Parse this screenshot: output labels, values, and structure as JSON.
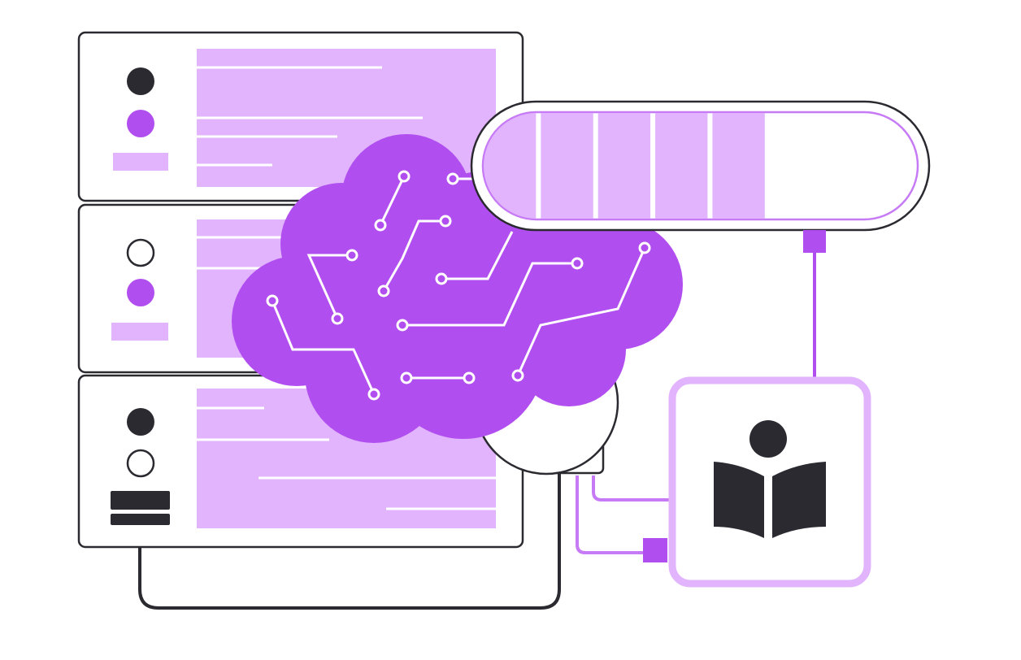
{
  "illustration": {
    "colors": {
      "brand_purple": "#b14ef0",
      "lavender": "#e2b4fd",
      "dark": "#2b2a30",
      "outline": "#2b2a30",
      "background": "#ffffff"
    },
    "progress_bar": {
      "segments_filled": 5,
      "progress": 0.66
    },
    "icons": [
      "server-rack",
      "brain-circuit",
      "progress-bar",
      "reader-book-icon",
      "cable"
    ]
  }
}
